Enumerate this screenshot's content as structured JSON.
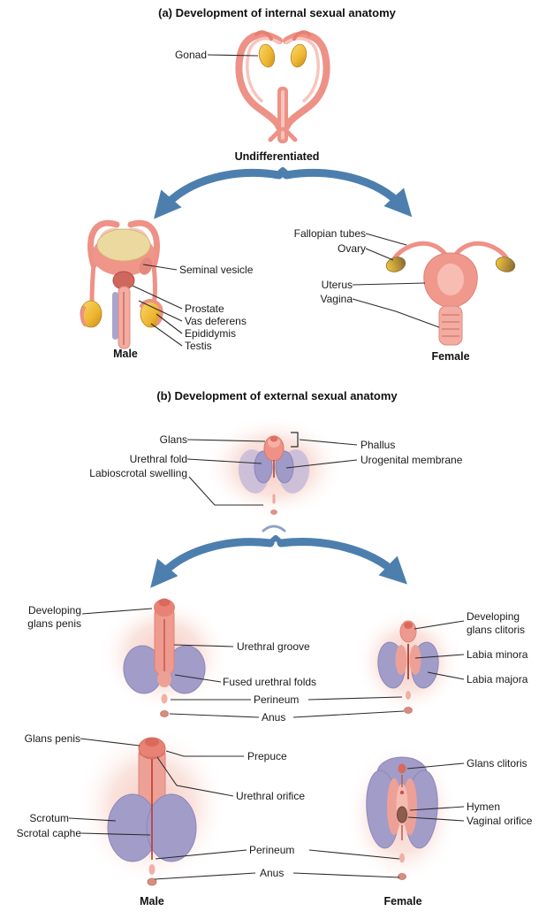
{
  "section_a": {
    "title": "(a) Development of internal sexual anatomy",
    "undifferentiated_caption": "Undifferentiated",
    "male_caption": "Male",
    "female_caption": "Female",
    "labels": {
      "gonad": "Gonad",
      "seminal_vesicle": "Seminal vesicle",
      "prostate": "Prostate",
      "vas_deferens": "Vas deferens",
      "epididymis": "Epididymis",
      "testis": "Testis",
      "fallopian_tubes": "Fallopian tubes",
      "ovary": "Ovary",
      "uterus": "Uterus",
      "vagina": "Vagina"
    }
  },
  "section_b": {
    "title": "(b) Development of external sexual anatomy",
    "male_caption": "Male",
    "female_caption": "Female",
    "undifferentiated_labels": {
      "glans": "Glans",
      "urethral_fold": "Urethral fold",
      "labioscrotal_swelling": "Labioscrotal swelling",
      "phallus": "Phallus",
      "urogenital_membrane": "Urogenital membrane"
    },
    "intermediate_labels": {
      "developing_glans_penis": "Developing glans penis",
      "urethral_groove": "Urethral groove",
      "fused_urethral_folds": "Fused urethral folds",
      "perineum": "Perineum",
      "anus": "Anus",
      "developing_glans_clitoris": "Developing glans clitoris",
      "labia_minora": "Labia minora",
      "labia_majora": "Labia majora"
    },
    "final_labels": {
      "glans_penis": "Glans penis",
      "prepuce": "Prepuce",
      "urethral_orifice": "Urethral orifice",
      "scrotum": "Scrotum",
      "scrotal_raphe": "Scrotal caphe",
      "glans_clitoris": "Glans clitoris",
      "hymen": "Hymen",
      "vaginal_orifice": "Vaginal orifice",
      "perineum": "Perineum",
      "anus": "Anus"
    }
  },
  "colors": {
    "tissue_pink": "#ee9186",
    "tissue_pink_light": "#f8c5bc",
    "gonad_yellow": "#eeb52f",
    "bladder_cream": "#ecd9a0",
    "swelling_lavender": "#a29cc9",
    "arrow_blue": "#4d7fae",
    "background": "#ffffff",
    "label_text": "#1a1a1a"
  }
}
